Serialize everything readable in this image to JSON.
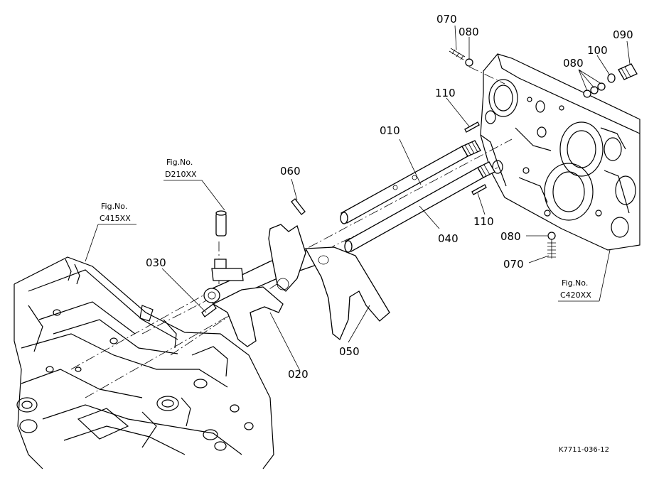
{
  "callouts": {
    "c010": "010",
    "c020": "020",
    "c030": "030",
    "c040": "040",
    "c050": "050",
    "c060": "060",
    "c070_top": "070",
    "c070_bottom": "070",
    "c080_top": "080",
    "c080_mid": "080",
    "c080_bottom": "080",
    "c090": "090",
    "c100": "100",
    "c110_top": "110",
    "c110_bottom": "110"
  },
  "figure_refs": {
    "d210": {
      "label": "Fig.No.",
      "code": "D210XX"
    },
    "c415": {
      "label": "Fig.No.",
      "code": "C415XX"
    },
    "c420": {
      "label": "Fig.No.",
      "code": "C420XX"
    }
  },
  "drawing_id": "K7711-036-12"
}
